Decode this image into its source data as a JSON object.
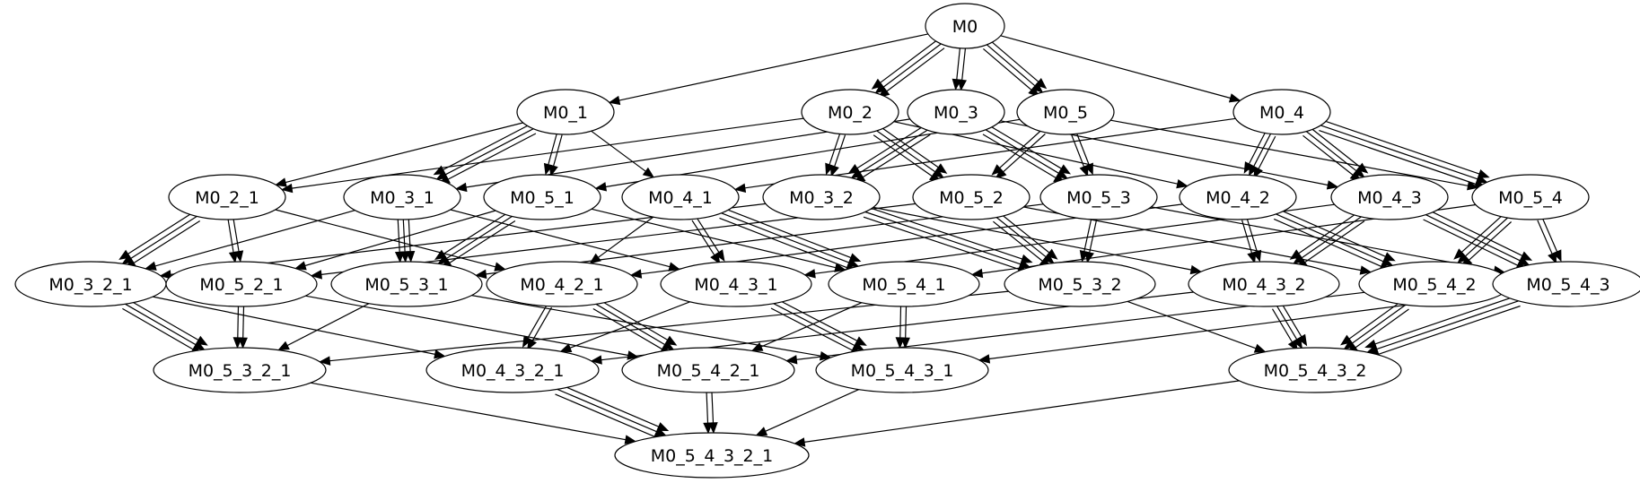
{
  "nodes": {
    "M0": "M0",
    "M0_1": "M0_1",
    "M0_2": "M0_2",
    "M0_3": "M0_3",
    "M0_5": "M0_5",
    "M0_4": "M0_4",
    "M0_2_1": "M0_2_1",
    "M0_3_1": "M0_3_1",
    "M0_5_1": "M0_5_1",
    "M0_4_1": "M0_4_1",
    "M0_3_2": "M0_3_2",
    "M0_5_2": "M0_5_2",
    "M0_5_3": "M0_5_3",
    "M0_4_2": "M0_4_2",
    "M0_4_3": "M0_4_3",
    "M0_5_4": "M0_5_4",
    "M0_3_2_1": "M0_3_2_1",
    "M0_5_2_1": "M0_5_2_1",
    "M0_5_3_1": "M0_5_3_1",
    "M0_4_2_1": "M0_4_2_1",
    "M0_4_3_1": "M0_4_3_1",
    "M0_5_4_1": "M0_5_4_1",
    "M0_5_3_2": "M0_5_3_2",
    "M0_4_3_2": "M0_4_3_2",
    "M0_5_4_2": "M0_5_4_2",
    "M0_5_4_3": "M0_5_4_3",
    "M0_5_3_2_1": "M0_5_3_2_1",
    "M0_4_3_2_1": "M0_4_3_2_1",
    "M0_5_4_2_1": "M0_5_4_2_1",
    "M0_5_4_3_1": "M0_5_4_3_1",
    "M0_5_4_3_2": "M0_5_4_3_2",
    "M0_5_4_3_2_1": "M0_5_4_3_2_1"
  },
  "edges": [
    [
      "M0",
      "M0_1",
      1
    ],
    [
      "M0",
      "M0_2",
      3
    ],
    [
      "M0",
      "M0_3",
      2
    ],
    [
      "M0",
      "M0_5",
      3
    ],
    [
      "M0",
      "M0_4",
      1
    ],
    [
      "M0_1",
      "M0_2_1",
      1
    ],
    [
      "M0_1",
      "M0_3_1",
      3
    ],
    [
      "M0_1",
      "M0_5_1",
      2
    ],
    [
      "M0_1",
      "M0_4_1",
      1
    ],
    [
      "M0_2",
      "M0_2_1",
      1
    ],
    [
      "M0_2",
      "M0_3_2",
      2
    ],
    [
      "M0_2",
      "M0_5_2",
      3
    ],
    [
      "M0_2",
      "M0_4_2",
      1
    ],
    [
      "M0_3",
      "M0_3_1",
      1
    ],
    [
      "M0_3",
      "M0_3_2",
      3
    ],
    [
      "M0_3",
      "M0_5_3",
      3
    ],
    [
      "M0_3",
      "M0_4_3",
      1
    ],
    [
      "M0_5",
      "M0_5_1",
      1
    ],
    [
      "M0_5",
      "M0_5_2",
      2
    ],
    [
      "M0_5",
      "M0_5_3",
      2
    ],
    [
      "M0_5",
      "M0_5_4",
      1
    ],
    [
      "M0_4",
      "M0_4_1",
      1
    ],
    [
      "M0_4",
      "M0_4_2",
      3
    ],
    [
      "M0_4",
      "M0_4_3",
      3
    ],
    [
      "M0_4",
      "M0_5_4",
      3
    ],
    [
      "M0_2_1",
      "M0_3_2_1",
      3
    ],
    [
      "M0_2_1",
      "M0_5_2_1",
      2
    ],
    [
      "M0_2_1",
      "M0_4_2_1",
      1
    ],
    [
      "M0_3_1",
      "M0_3_2_1",
      1
    ],
    [
      "M0_3_1",
      "M0_5_3_1",
      3
    ],
    [
      "M0_3_1",
      "M0_4_3_1",
      1
    ],
    [
      "M0_5_1",
      "M0_5_2_1",
      1
    ],
    [
      "M0_5_1",
      "M0_5_3_1",
      3
    ],
    [
      "M0_5_1",
      "M0_5_4_1",
      1
    ],
    [
      "M0_4_1",
      "M0_4_2_1",
      1
    ],
    [
      "M0_4_1",
      "M0_4_3_1",
      2
    ],
    [
      "M0_4_1",
      "M0_5_4_1",
      3
    ],
    [
      "M0_3_2",
      "M0_3_2_1",
      1
    ],
    [
      "M0_3_2",
      "M0_5_3_2",
      3
    ],
    [
      "M0_3_2",
      "M0_4_3_2",
      1
    ],
    [
      "M0_5_2",
      "M0_5_2_1",
      1
    ],
    [
      "M0_5_2",
      "M0_5_3_2",
      3
    ],
    [
      "M0_5_2",
      "M0_5_4_2",
      1
    ],
    [
      "M0_5_3",
      "M0_5_3_1",
      1
    ],
    [
      "M0_5_3",
      "M0_5_3_2",
      2
    ],
    [
      "M0_5_3",
      "M0_5_4_3",
      1
    ],
    [
      "M0_4_2",
      "M0_4_2_1",
      1
    ],
    [
      "M0_4_2",
      "M0_4_3_2",
      2
    ],
    [
      "M0_4_2",
      "M0_5_4_2",
      3
    ],
    [
      "M0_4_3",
      "M0_4_3_1",
      1
    ],
    [
      "M0_4_3",
      "M0_4_3_2",
      3
    ],
    [
      "M0_4_3",
      "M0_5_4_3",
      3
    ],
    [
      "M0_5_4",
      "M0_5_4_1",
      1
    ],
    [
      "M0_5_4",
      "M0_5_4_2",
      3
    ],
    [
      "M0_5_4",
      "M0_5_4_3",
      2
    ],
    [
      "M0_3_2_1",
      "M0_5_3_2_1",
      3
    ],
    [
      "M0_3_2_1",
      "M0_4_3_2_1",
      1
    ],
    [
      "M0_5_2_1",
      "M0_5_3_2_1",
      2
    ],
    [
      "M0_5_2_1",
      "M0_5_4_2_1",
      1
    ],
    [
      "M0_5_3_1",
      "M0_5_3_2_1",
      1
    ],
    [
      "M0_5_3_1",
      "M0_5_4_3_1",
      1
    ],
    [
      "M0_4_2_1",
      "M0_4_3_2_1",
      2
    ],
    [
      "M0_4_2_1",
      "M0_5_4_2_1",
      3
    ],
    [
      "M0_4_3_1",
      "M0_4_3_2_1",
      1
    ],
    [
      "M0_4_3_1",
      "M0_5_4_3_1",
      3
    ],
    [
      "M0_5_4_1",
      "M0_5_4_2_1",
      1
    ],
    [
      "M0_5_4_1",
      "M0_5_4_3_1",
      2
    ],
    [
      "M0_5_3_2",
      "M0_5_3_2_1",
      1
    ],
    [
      "M0_5_3_2",
      "M0_5_4_3_2",
      1
    ],
    [
      "M0_4_3_2",
      "M0_4_3_2_1",
      1
    ],
    [
      "M0_4_3_2",
      "M0_5_4_3_2",
      3
    ],
    [
      "M0_5_4_2",
      "M0_5_4_2_1",
      1
    ],
    [
      "M0_5_4_2",
      "M0_5_4_3_2",
      3
    ],
    [
      "M0_5_4_3",
      "M0_5_4_3_1",
      1
    ],
    [
      "M0_5_4_3",
      "M0_5_4_3_2",
      3
    ],
    [
      "M0_5_3_2_1",
      "M0_5_4_3_2_1",
      1
    ],
    [
      "M0_4_3_2_1",
      "M0_5_4_3_2_1",
      3
    ],
    [
      "M0_5_4_2_1",
      "M0_5_4_3_2_1",
      2
    ],
    [
      "M0_5_4_3_1",
      "M0_5_4_3_2_1",
      1
    ],
    [
      "M0_5_4_3_2",
      "M0_5_4_3_2_1",
      1
    ]
  ]
}
